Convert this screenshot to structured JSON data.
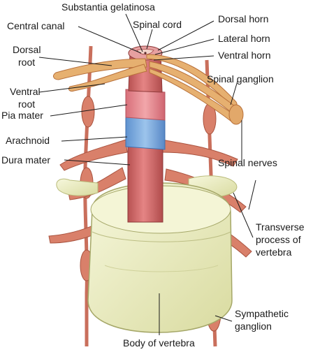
{
  "labels": {
    "substantia_gelatinosa": "Substantia gelatinosa",
    "central_canal": "Central canal",
    "spinal_cord": "Spinal cord",
    "dorsal_horn": "Dorsal horn",
    "lateral_horn": "Lateral horn",
    "ventral_horn": "Ventral horn",
    "dorsal_root_l1": "Dorsal",
    "dorsal_root_l2": "root",
    "ventral_root_l1": "Ventral",
    "ventral_root_l2": "root",
    "spinal_ganglion": "Spinal ganglion",
    "pia_mater": "Pia mater",
    "arachnoid": "Arachnoid",
    "dura_mater": "Dura mater",
    "spinal_nerves": "Spinal nerves",
    "transverse_l1": "Transverse",
    "transverse_l2": "process of",
    "transverse_l3": "vertebra",
    "sympathetic_l1": "Sympathetic",
    "sympathetic_l2": "ganglion",
    "body_of_vertebra": "Body of vertebra"
  },
  "colors": {
    "nerve": "#e2a86a",
    "nerve_dark": "#b8703a",
    "cord": "#d96b6b",
    "cord_dark": "#a84848",
    "pia": "#e58a8f",
    "arachnoid": "#7fb0e0",
    "arachnoid_dark": "#4a7fbf",
    "bone": "#eef0c4",
    "bone_dark": "#b9bb7a",
    "ganglion": "#d9806a"
  }
}
